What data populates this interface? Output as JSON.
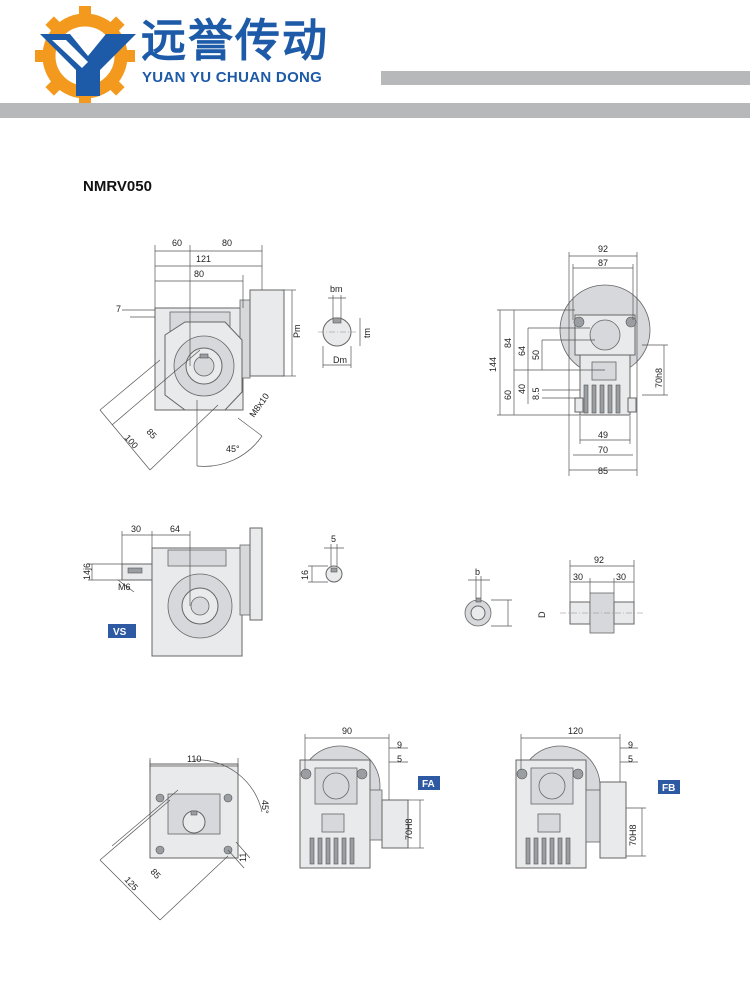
{
  "brand": {
    "name_cn": "远誉传动",
    "name_en": "YUAN YU CHUAN DONG",
    "colors": {
      "primary": "#1d5aa8",
      "accent": "#f39a1e",
      "bar": "#b7b8ba"
    }
  },
  "model": "NMRV050",
  "views": {
    "main": {
      "top": [
        "60",
        "80"
      ],
      "mid": "121",
      "low": "80",
      "left": "7",
      "pm": "Pm",
      "angle1": "85",
      "angle2": "100",
      "bolt": "M8x10",
      "deg": "45°"
    },
    "key": {
      "bm": "bm",
      "tm": "tm",
      "dm": "Dm"
    },
    "side": {
      "top": "92",
      "top2": "87",
      "left_total": "144",
      "left_upper": "84",
      "left_lower": "60",
      "mid1": "64",
      "mid2": "50",
      "mid3": "40",
      "mid4": "8.5",
      "right": "70h8",
      "bot1": "49",
      "bot2": "70",
      "bot3": "85"
    },
    "vs": {
      "badge": "VS",
      "top1": "30",
      "top2": "64",
      "left": "14j6",
      "thread": "M6"
    },
    "vs_key": {
      "top": "5",
      "left": "16"
    },
    "hollow": {
      "b": "b",
      "d": "D"
    },
    "double": {
      "top": "92",
      "left": "30",
      "right": "30"
    },
    "flange": {
      "top": "110",
      "deg": "45°",
      "d1": "85",
      "d2": "125",
      "bolt": "11"
    },
    "fa": {
      "badge": "FA",
      "top": "90",
      "d1": "9",
      "d2": "5",
      "right": "70H8"
    },
    "fb": {
      "badge": "FB",
      "top": "120",
      "d1": "9",
      "d2": "5",
      "right": "70H8"
    }
  }
}
